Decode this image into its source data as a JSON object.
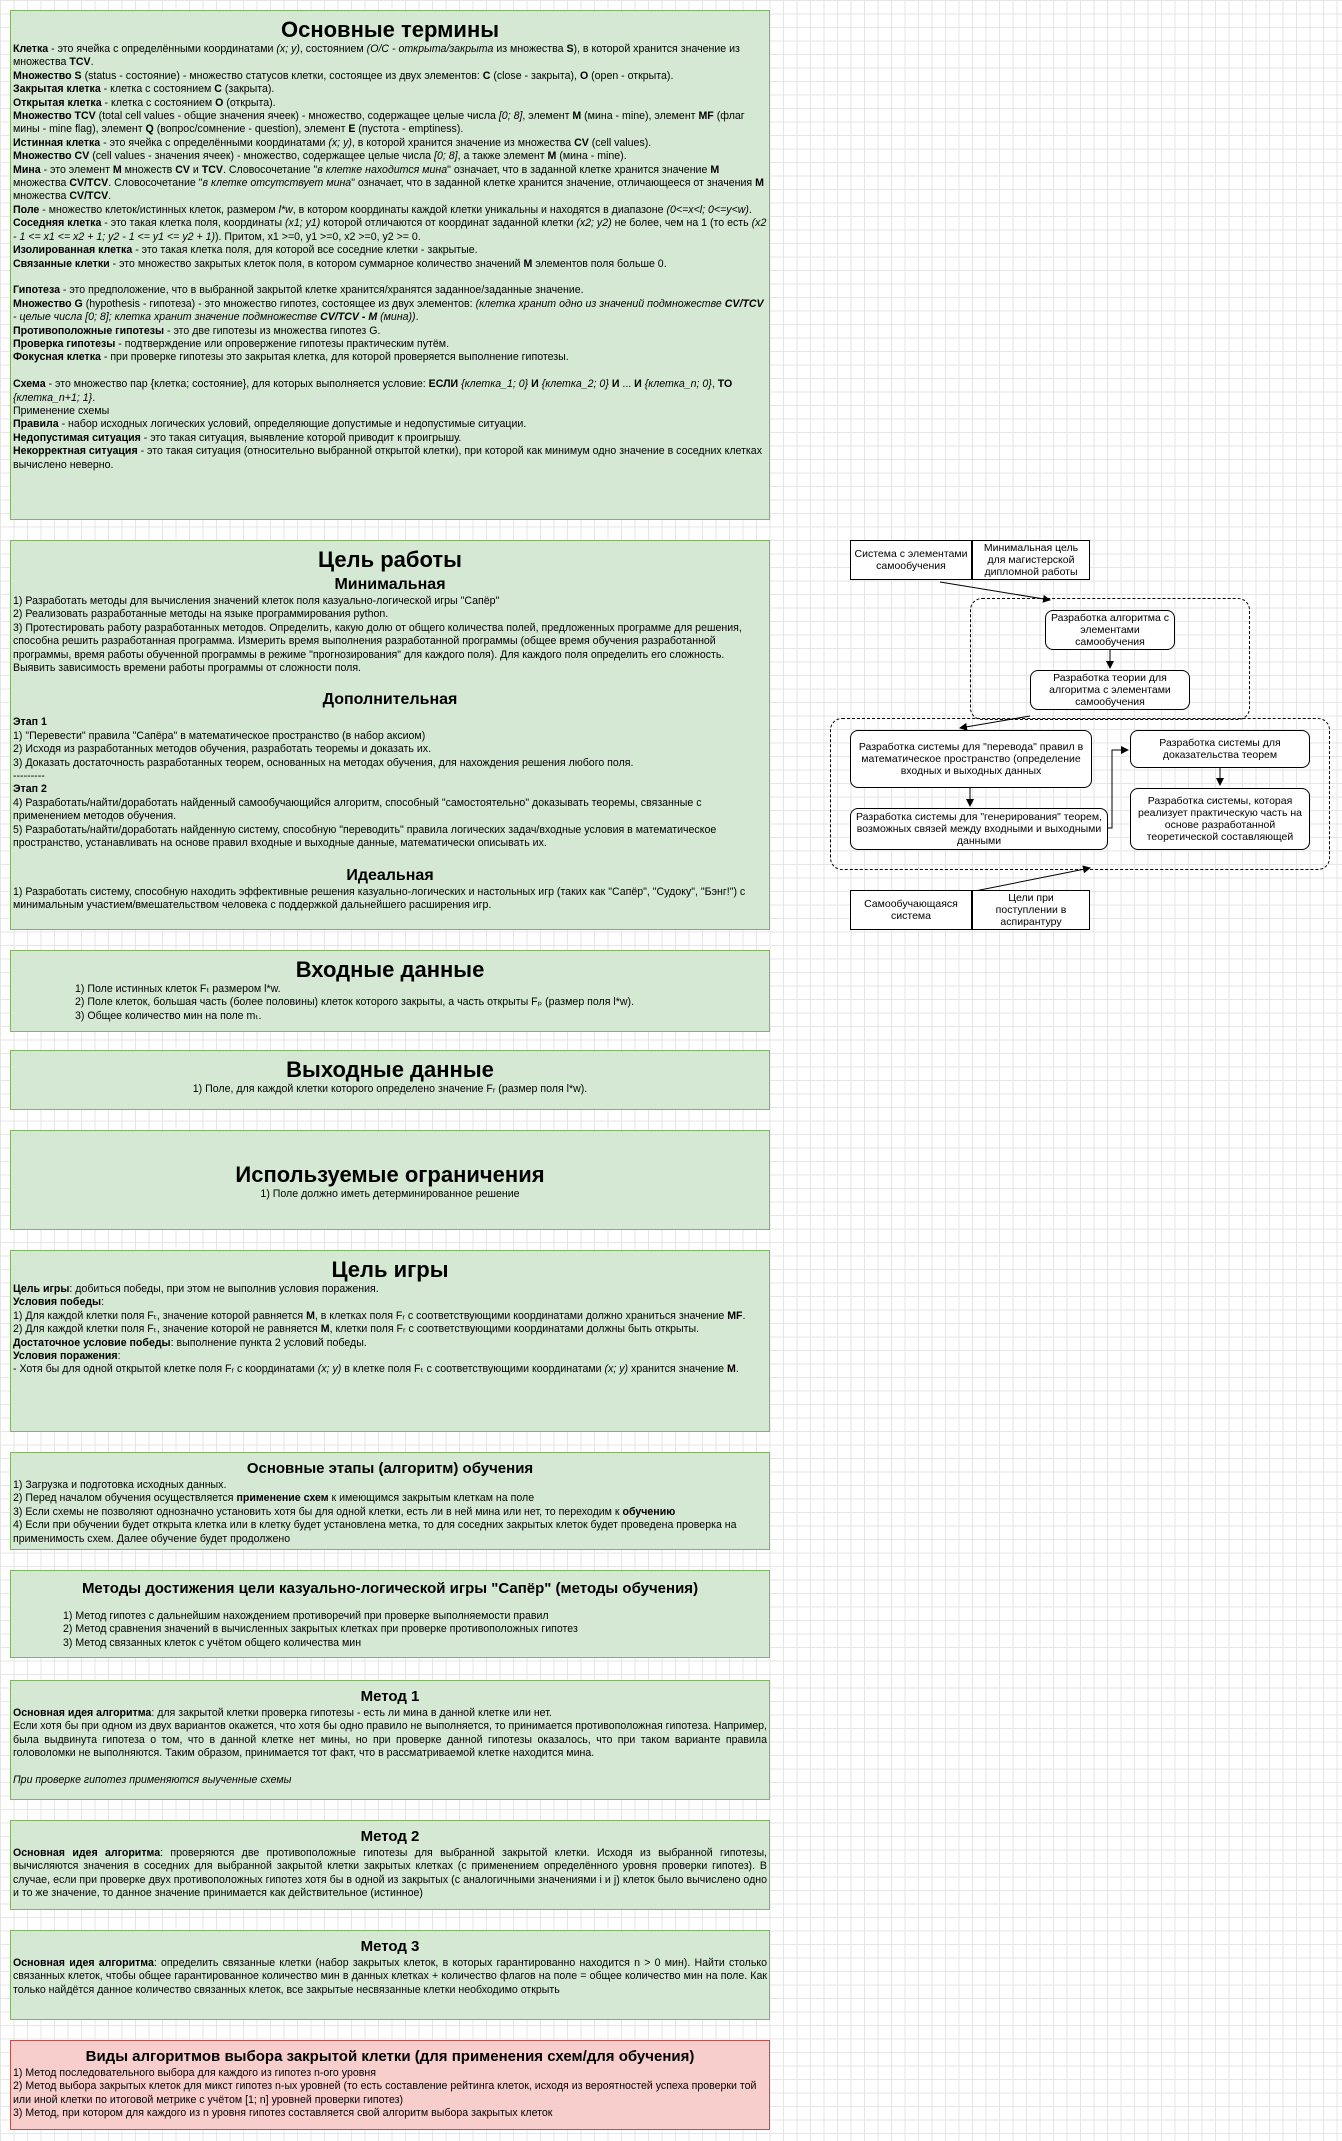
{
  "terms": {
    "title": "Основные термины",
    "lines": [
      [
        {
          "t": "Клетка",
          "b": true
        },
        {
          "t": " - это ячейка с определёнными координатами "
        },
        {
          "t": "(x; y)",
          "i": true
        },
        {
          "t": ", состоянием "
        },
        {
          "t": "(O/C - открыта/закрыта",
          "i": true
        },
        {
          "t": " из множества "
        },
        {
          "t": "S",
          "b": true
        },
        {
          "t": "), в которой хранится значение из множества "
        },
        {
          "t": "TCV",
          "b": true
        },
        {
          "t": "."
        }
      ],
      [
        {
          "t": "Множество S",
          "b": true
        },
        {
          "t": " (status - состояние) - множество статусов клетки, состоящее из двух элементов: "
        },
        {
          "t": "C",
          "b": true
        },
        {
          "t": " (close - закрыта), "
        },
        {
          "t": "O",
          "b": true
        },
        {
          "t": " (open - открыта)."
        }
      ],
      [
        {
          "t": "Закрытая клетка",
          "b": true
        },
        {
          "t": " - клетка с состоянием "
        },
        {
          "t": "C",
          "b": true
        },
        {
          "t": " (закрыта)."
        }
      ],
      [
        {
          "t": "Открытая клетка",
          "b": true
        },
        {
          "t": " - клетка с состоянием "
        },
        {
          "t": "O",
          "b": true
        },
        {
          "t": " (открыта)."
        }
      ],
      [
        {
          "t": "Множество TCV",
          "b": true
        },
        {
          "t": " (total cell values - общие значения ячеек) - множество, содержащее целые числа "
        },
        {
          "t": "[0; 8]",
          "i": true
        },
        {
          "t": ", элемент "
        },
        {
          "t": "M",
          "b": true
        },
        {
          "t": " (мина - mine), элемент "
        },
        {
          "t": "MF",
          "b": true
        },
        {
          "t": " (флаг мины - mine flag), элемент "
        },
        {
          "t": "Q",
          "b": true
        },
        {
          "t": " (вопрос/сомнение - question), элемент "
        },
        {
          "t": "E",
          "b": true
        },
        {
          "t": " (пустота - emptiness)."
        }
      ],
      [
        {
          "t": "Истинная клетка",
          "b": true
        },
        {
          "t": " - это ячейка с определёнными координатами "
        },
        {
          "t": "(x; y)",
          "i": true
        },
        {
          "t": ", в которой хранится значение из множества "
        },
        {
          "t": "CV",
          "b": true
        },
        {
          "t": " (cell values)."
        }
      ],
      [
        {
          "t": "Множество CV",
          "b": true
        },
        {
          "t": " (cell values - значения ячеек) - множество, содержащее целые числа "
        },
        {
          "t": "[0; 8]",
          "i": true
        },
        {
          "t": ", а также элемент "
        },
        {
          "t": "M",
          "b": true
        },
        {
          "t": " (мина - mine)."
        }
      ],
      [
        {
          "t": "Мина",
          "b": true
        },
        {
          "t": " - это элемент "
        },
        {
          "t": "M",
          "b": true
        },
        {
          "t": " множеств "
        },
        {
          "t": "CV",
          "b": true
        },
        {
          "t": " и "
        },
        {
          "t": "TCV",
          "b": true
        },
        {
          "t": ". Словосочетание \""
        },
        {
          "t": "в клетке находится мина",
          "i": true
        },
        {
          "t": "\" означает, что в заданной клетке хранится значение "
        },
        {
          "t": "M",
          "b": true
        },
        {
          "t": " множества "
        },
        {
          "t": "CV/TCV",
          "b": true
        },
        {
          "t": ". Словосочетание \""
        },
        {
          "t": "в клетке отсутствует мина",
          "i": true
        },
        {
          "t": "\" означает, что в заданной клетке хранится значение, отличающееся от значения "
        },
        {
          "t": "M",
          "b": true
        },
        {
          "t": " множества "
        },
        {
          "t": "CV/TCV",
          "b": true
        },
        {
          "t": "."
        }
      ],
      [
        {
          "t": "Поле",
          "b": true
        },
        {
          "t": " - множество клеток/истинных клеток, размером "
        },
        {
          "t": "l*w",
          "i": true
        },
        {
          "t": ", в котором координаты каждой клетки уникальны и находятся в диапазоне "
        },
        {
          "t": "(0<=x<l; 0<=y<w)",
          "i": true
        },
        {
          "t": "."
        }
      ],
      [
        {
          "t": "Соседняя клетка",
          "b": true
        },
        {
          "t": " - это такая клетка поля, координаты "
        },
        {
          "t": "(x1; y1)",
          "i": true
        },
        {
          "t": " которой отличаются от координат заданной клетки "
        },
        {
          "t": "(x2; y2)",
          "i": true
        },
        {
          "t": " не более, чем на 1 (то есть "
        },
        {
          "t": "(x2 - 1 <= x1 <= x2 + 1; y2 - 1 <= y1 <= y2 + 1)",
          "i": true
        },
        {
          "t": "). Притом, x1 >=0, y1 >=0, x2 >=0, y2 >= 0."
        }
      ],
      [
        {
          "t": "Изолированная клетка",
          "b": true
        },
        {
          "t": " - это такая клетка поля, для которой все соседние клетки - закрытые."
        }
      ],
      [
        {
          "t": "Связанные клетки",
          "b": true
        },
        {
          "t": " - это множество закрытых клеток поля, в котором суммарное количество значений "
        },
        {
          "t": "M",
          "b": true
        },
        {
          "t": " элементов поля больше 0."
        }
      ],
      [],
      [
        {
          "t": "Гипотеза",
          "b": true
        },
        {
          "t": " - это предположение, что в выбранной закрытой клетке хранится/хранятся заданное/заданные значение."
        }
      ],
      [
        {
          "t": "Множество G",
          "b": true
        },
        {
          "t": " (hypothesis - гипотеза) - это множество гипотез, состоящее из двух элементов: "
        },
        {
          "t": "(клетка хранит одно из значений подмножестве ",
          "i": true
        },
        {
          "t": "CV/TCV",
          "i": true,
          "b": true
        },
        {
          "t": " - целые числа [0; 8]; клетка хранит значение подмножестве ",
          "i": true
        },
        {
          "t": "CV/TCV - M",
          "i": true,
          "b": true
        },
        {
          "t": " (мина))",
          "i": true
        },
        {
          "t": "."
        }
      ],
      [
        {
          "t": "Противоположные гипотезы",
          "b": true
        },
        {
          "t": " - это две гипотезы из множества гипотез G."
        }
      ],
      [
        {
          "t": "Проверка гипотезы",
          "b": true
        },
        {
          "t": " - подтверждение или опровержение гипотезы практическим путём."
        }
      ],
      [
        {
          "t": "Фокусная клетка",
          "b": true
        },
        {
          "t": " - при проверке гипотезы это закрытая клетка, для которой проверяется выполнение гипотезы."
        }
      ],
      [],
      [
        {
          "t": "Схема",
          "b": true
        },
        {
          "t": " - это множество пар {клетка; состояние}, для которых выполняется условие: "
        },
        {
          "t": "ЕСЛИ",
          "b": true
        },
        {
          "t": " "
        },
        {
          "t": "{клетка_1; 0}",
          "i": true
        },
        {
          "t": " "
        },
        {
          "t": "И",
          "b": true
        },
        {
          "t": " "
        },
        {
          "t": "{клетка_2; 0}",
          "i": true
        },
        {
          "t": " "
        },
        {
          "t": "И",
          "b": true
        },
        {
          "t": " ... "
        },
        {
          "t": "И",
          "b": true
        },
        {
          "t": " "
        },
        {
          "t": "{клетка_n; 0}",
          "i": true
        },
        {
          "t": ", "
        },
        {
          "t": "ТО",
          "b": true
        },
        {
          "t": " "
        },
        {
          "t": "{клетка_n+1; 1}",
          "i": true
        },
        {
          "t": "."
        }
      ],
      [
        {
          "t": "Применение схемы"
        }
      ],
      [
        {
          "t": "Правила",
          "b": true
        },
        {
          "t": " - набор исходных логических условий, определяющие допустимые и недопустимые ситуации."
        }
      ],
      [
        {
          "t": "Недопустимая ситуация",
          "b": true
        },
        {
          "t": " - это такая ситуация, выявление которой приводит к проигрышу."
        }
      ],
      [
        {
          "t": "Некорректная ситуация",
          "b": true
        },
        {
          "t": " - это такая ситуация (относительно выбранной открытой клетки), при которой как минимум одно значение в соседних клетках вычислено неверно."
        }
      ]
    ]
  },
  "goal": {
    "title": "Цель работы",
    "min_title": "Минимальная",
    "min_items": [
      "1) Разработать методы для вычисления значений клеток поля казуально-логической игры \"Сапёр\"",
      "2) Реализовать разработанные методы на языке программирования python.",
      "3) Протестировать работу разработанных методов. Определить, какую долю от общего количества полей, предложенных программе для решения, способна решить разработанная программа. Измерить время выполнения разработанной программы (общее время обучения разработанной программы, время работы обученной программы в режиме \"прогнозирования\" для каждого поля). Для каждого поля определить его сложность. Выявить зависимость времени работы программы от сложности поля."
    ],
    "add_title": "Дополнительная",
    "stage1_title": "Этап 1",
    "stage1_items": [
      "1) \"Перевести\" правила \"Сапёра\" в математическое пространство (в набор аксиом)",
      "2) Исходя из разработанных методов обучения, разработать теоремы и доказать их.",
      "3) Доказать достаточность разработанных теорем, основанных на методах обучения, для нахождения решения любого поля."
    ],
    "separator": "---------",
    "stage2_title": "Этап 2",
    "stage2_items": [
      "4) Разработать/найти/доработать найденный самообучающийся алгоритм, способный \"самостоятельно\" доказывать теоремы, связанные с применением методов обучения.",
      "5) Разработать/найти/доработать найденную систему, способную \"переводить\" правила логических задач/входные условия в математическое пространство, устанавливать на основе правил входные и выходные данные, математически описывать их."
    ],
    "ideal_title": "Идеальная",
    "ideal_items": [
      "1) Разработать систему, способную находить эффективные решения казуально-логических и настольных игр (таких как \"Сапёр\", \"Судоку\", \"Бэнг!\") с минимальным участием/вмешательством человека с поддержкой дальнейшего расширения игр."
    ]
  },
  "input": {
    "title": "Входные данные",
    "items": [
      "1) Поле истинных клеток Fₜ размером l*w.",
      "2) Поле клеток, большая часть (более половины) клеток которого закрыты, а часть открыты Fₚ (размер поля l*w).",
      "3) Общее количество мин на поле mₜ."
    ]
  },
  "output": {
    "title": "Выходные данные",
    "items": [
      "1) Поле, для каждой клетки которого определено значение Fᵣ (размер поля l*w)."
    ]
  },
  "limits": {
    "title": "Используемые ограничения",
    "items": [
      "1) Поле должно иметь детерминированное решение"
    ]
  },
  "game_goal": {
    "title": "Цель игры",
    "lines": [
      [
        {
          "t": "Цель игры",
          "b": true
        },
        {
          "t": ": добиться победы, при этом не выполнив условия поражения."
        }
      ],
      [
        {
          "t": "Условия победы",
          "b": true
        },
        {
          "t": ":"
        }
      ],
      [
        {
          "t": "1) Для каждой клетки поля Fₜ, значение которой равняется "
        },
        {
          "t": "M",
          "b": true
        },
        {
          "t": ", в клетках поля Fᵣ с соответствующими координатами должно храниться значение "
        },
        {
          "t": "MF",
          "b": true
        },
        {
          "t": "."
        }
      ],
      [
        {
          "t": "2) Для каждой клетки поля Fₜ, значение которой не равняется "
        },
        {
          "t": "M",
          "b": true
        },
        {
          "t": ", клетки поля Fᵣ с соответствующими координатами должны быть открыты."
        }
      ],
      [
        {
          "t": "Достаточное условие победы",
          "b": true
        },
        {
          "t": ": выполнение пункта 2 условий победы."
        }
      ],
      [
        {
          "t": "Условия поражения",
          "b": true
        },
        {
          "t": ":"
        }
      ],
      [
        {
          "t": "- Хотя бы для одной открытой клетке поля Fᵣ с координатами "
        },
        {
          "t": "(x; y)",
          "i": true
        },
        {
          "t": " в клетке поля Fₜ с соответствующими координатами "
        },
        {
          "t": "(x; y)",
          "i": true
        },
        {
          "t": " хранится значение "
        },
        {
          "t": "M",
          "b": true
        },
        {
          "t": "."
        }
      ]
    ]
  },
  "stages": {
    "title": "Основные этапы (алгоритм) обучения",
    "lines": [
      [
        {
          "t": "1) Загрузка и подготовка исходных данных."
        }
      ],
      [
        {
          "t": "2) Перед началом обучения осуществляется "
        },
        {
          "t": "применение схем",
          "b": true
        },
        {
          "t": " к имеющимся закрытым клеткам на поле"
        }
      ],
      [
        {
          "t": "3) Если схемы не позволяют однозначно установить хотя бы для одной клетки, есть ли в ней мина или нет, то переходим к "
        },
        {
          "t": "обучению",
          "b": true
        }
      ],
      [
        {
          "t": "4) Если при обучении будет открыта клетка или в клетку будет установлена метка, то для соседних закрытых клеток будет проведена проверка на применимость схем. Далее обучение будет продолжено"
        }
      ]
    ]
  },
  "methods": {
    "title": "Методы достижения цели казуально-логической игры \"Сапёр\" (методы обучения)",
    "items": [
      "1) Метод гипотез с дальнейшим нахождением противоречий при проверке выполняемости правил",
      "2) Метод сравнения значений в вычисленных закрытых клетках при проверке противоположных гипотез",
      "3) Метод связанных клеток с учётом общего количества мин"
    ]
  },
  "method1": {
    "title": "Метод 1",
    "lines": [
      [
        {
          "t": "Основная идея алгоритма",
          "b": true
        },
        {
          "t": ": для закрытой клетки проверка гипотезы - есть ли мина в данной клетке или нет."
        }
      ],
      [
        {
          "t": "Если хотя бы при одном из двух вариантов окажется, что хотя бы одно правило не выполняется, то принимается противоположная гипотеза. Например, была выдвинута гипотеза о том, что в данной клетке нет мины, но при проверке данной гипотезы оказалось, что при таком варианте правила головоломки не выполняются. Таким образом, принимается тот факт, что в рассматриваемой клетке находится мина."
        }
      ],
      [],
      [
        {
          "t": "При проверке гипотез применяются выученные схемы",
          "i": true
        }
      ]
    ]
  },
  "method2": {
    "title": "Метод 2",
    "lines": [
      [
        {
          "t": "Основная идея алгоритма",
          "b": true
        },
        {
          "t": ": проверяются две противоположные  гипотезы для выбранной закрытой клетки. Исходя из выбранной гипотезы, вычисляются значения в соседних для выбранной закрытой клетки закрытых клетках (с применением определённого уровня проверки гипотез). В случае, если при проверке двух противоположных гипотез хотя бы в одной из закрытых (с аналогичными значениями i и j) клеток было вычислено одно и то же значение, то данное значение принимается как действительное (истинное)"
        }
      ]
    ]
  },
  "method3": {
    "title": "Метод 3",
    "lines": [
      [
        {
          "t": "Основная идея алгоритма",
          "b": true
        },
        {
          "t": ": определить связанные клетки (набор закрытых клеток, в которых гарантированно находится n > 0 мин). Найти столько связанных клеток, чтобы общее гарантированное количество мин в данных клетках + количество флагов на поле = общее количество мин на поле. Как только найдётся данное количество связанных клеток, все закрытые несвязанные клетки необходимо открыть"
        }
      ]
    ]
  },
  "select": {
    "title": "Виды алгоритмов выбора закрытой клетки (для применения схем/для обучения)",
    "items": [
      "1) Метод последовательного выбора для каждого из гипотез n-ого уровня",
      "2) Метод выбора закрытых клеток для микст гипотез n-ых уровней (то есть составление рейтинга клеток, исходя из вероятностей успеха проверки той или иной клетки по итоговой метрике с учётом [1; n] уровней проверки гипотез)",
      "3) Метод, при котором для каждого из n уровня гипотез составляется свой алгоритм выбора закрытых клеток"
    ]
  },
  "diagram": {
    "sys_self": "Система с элементами самообучения",
    "min_goal": "Минимальная цель для магистерской дипломной работы",
    "alg_dev": "Разработка алгоритма с элементами самообучения",
    "theory_dev": "Разработка теории для алгоритма с элементами самообучения",
    "translate_dev": "Разработка системы для \"перевода\" правил в математическое пространство (определение входных и выходных данных",
    "proof_dev": "Разработка системы для доказательства теорем",
    "generate_dev": "Разработка системы для \"генерирования\" теорем, возможных связей между входными и выходными данными",
    "practical_dev": "Разработка системы, которая реализует практическую часть на основе разработанной теоретической составляющей",
    "self_learning": "Самообучающаяся система",
    "phd_goal": "Цели при поступлении в аспирантуру"
  }
}
